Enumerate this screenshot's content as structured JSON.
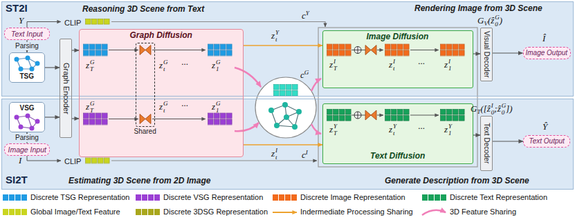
{
  "diagram": {
    "nodes": [
      {
        "text": [
          "ST2I",
          "Reasoning 3D Scene from Text",
          "Rendering Image from 3D Scene"
        ]
      },
      {
        "text": [
          "SI2T",
          "Estimating 3D Scene from 2D Image",
          "Generate Description from 3D Scene"
        ]
      },
      {
        "text": [
          "Text Input"
        ],
        "in": 0
      },
      {
        "text": [
          "TSG"
        ],
        "in": 0
      },
      {
        "text": [
          "VSG"
        ],
        "in": 1
      },
      {
        "text": [
          "Image Input"
        ],
        "in": 1
      },
      {
        "text": [
          "Graph Encoder"
        ]
      },
      {
        "text": [
          "Graph Diffusion"
        ]
      },
      {
        "text": [
          "Shared"
        ],
        "in": 7
      },
      {
        "text": [
          "Image Diffusion"
        ],
        "in": 0
      },
      {
        "text": [
          "Text Diffusion"
        ],
        "in": 1
      },
      {
        "text": [
          "Visual Decoder"
        ]
      },
      {
        "text": [
          "Text Decoder"
        ]
      },
      {
        "text": [
          "Image Output"
        ],
        "in": 0
      },
      {
        "text": [
          "Text Output"
        ],
        "in": 1
      }
    ],
    "edges": [
      {
        "from": 2,
        "to": 3,
        "arrow": "to",
        "label": "Parsing"
      },
      {
        "from": 5,
        "to": 4,
        "arrow": "to",
        "label": "Parsing"
      },
      {
        "from": 3,
        "to": 6,
        "arrow": "to"
      },
      {
        "from": 4,
        "to": 6,
        "arrow": "to"
      },
      {
        "from": 6,
        "to": 7,
        "arrow": "to"
      },
      {
        "from": 6,
        "to": 7,
        "arrow": "to"
      },
      {
        "from": 9,
        "to": 11,
        "arrow": "to"
      },
      {
        "from": 10,
        "to": 12,
        "arrow": "to"
      },
      {
        "from": 11,
        "to": 13,
        "arrow": "to"
      },
      {
        "from": 12,
        "to": 14,
        "arrow": "to"
      },
      {
        "from": 7,
        "to": 9,
        "arrow": "to"
      },
      {
        "from": 7,
        "to": 10,
        "arrow": "to"
      }
    ],
    "labels": [
      "CLIP",
      "CLIP",
      "Y",
      "I",
      "c",
      "Y",
      "c",
      "I",
      "c",
      "G",
      "z",
      "G",
      "T",
      "z",
      "G",
      "t",
      "···",
      "z",
      "G",
      "1",
      "z",
      "G",
      "T",
      "z",
      "G",
      "t",
      "···",
      "z",
      "G",
      "1",
      "z",
      "I",
      "T",
      "z",
      "I",
      "t",
      "···",
      "z",
      "I",
      "1",
      "z",
      "Y",
      "T",
      "z",
      "Y",
      "t",
      "···",
      "z",
      "Y",
      "1",
      "z",
      "Y",
      "t",
      "z",
      "I",
      "t",
      "G",
      "V",
      "(ẑ",
      "G",
      "0",
      ")",
      "G",
      "T",
      "([ẑ",
      "I",
      "0",
      ";ẑ",
      "G",
      "0",
      "])",
      "Î",
      "Ŷ"
    ],
    "legend": [
      {
        "text": "Discrete TSG Representation",
        "color": "#1f9be3"
      },
      {
        "text": "Discrete VSG Representation",
        "color": "#9b3fd4"
      },
      {
        "text": "Discrete Image Representation",
        "color": "#f26a1b"
      },
      {
        "text": "Discrete Text Representation",
        "color": "#17a15a"
      },
      {
        "text": "Global Image/Text Feature",
        "color": "#c9d51f"
      },
      {
        "text": "Discrete 3DSG Representation",
        "color": "#a9a71c"
      },
      {
        "text": "Indermediate Processing Sharing"
      },
      {
        "text": "3D Feature Sharing"
      }
    ]
  }
}
